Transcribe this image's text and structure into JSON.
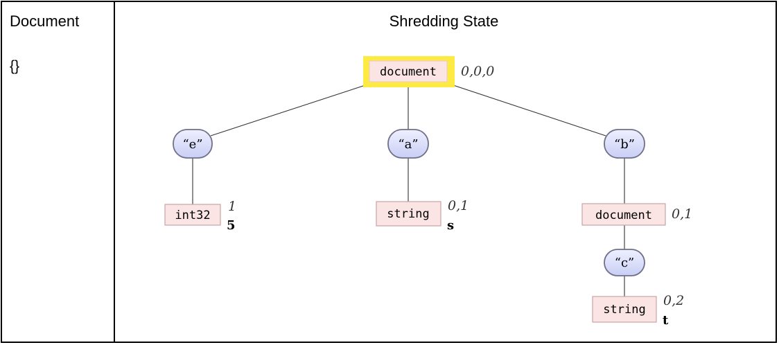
{
  "columns": {
    "document": {
      "header": "Document",
      "value": "{}"
    },
    "state": {
      "header": "Shredding State"
    }
  },
  "tree": {
    "root": {
      "type": "document",
      "state": "0,0,0",
      "highlight_color": "#fdeb43"
    },
    "fields": [
      {
        "key": "“e”",
        "child": {
          "type": "int32",
          "state": "1",
          "value": "5"
        }
      },
      {
        "key": "“a”",
        "child": {
          "type": "string",
          "state": "0,1",
          "value": "s"
        }
      },
      {
        "key": "“b”",
        "child": {
          "type": "document",
          "state": "0,1",
          "field": {
            "key": "“c”",
            "child": {
              "type": "string",
              "state": "0,2",
              "value": "t"
            }
          }
        }
      }
    ]
  },
  "colors": {
    "type_fill": "#fbe4e4",
    "type_border": "#c9a3a3",
    "key_fill": "#dfe3ff",
    "key_border": "#6f6f88",
    "state_text": "#333333"
  }
}
